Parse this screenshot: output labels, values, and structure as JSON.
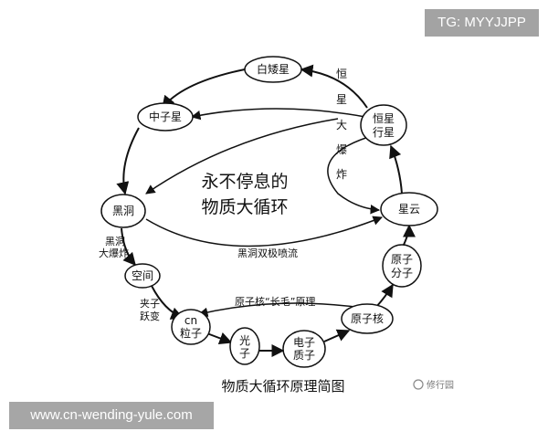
{
  "nodes": {
    "white_dwarf": "白矮星",
    "neutron_star": "中子星",
    "star_planet_line1": "恒星",
    "star_planet_line2": "行星",
    "black_hole": "黑洞",
    "nebula": "星云",
    "space": "空间",
    "cn_particle_line1": "cn",
    "cn_particle_line2": "粒子",
    "photon_line1": "光",
    "photon_line2": "子",
    "electron_proton_line1": "电子",
    "electron_proton_line2": "质子",
    "atomic_nucleus": "原子核",
    "atom_molecule_line1": "原子",
    "atom_molecule_line2": "分子"
  },
  "center_title_line1": "永不停息的",
  "center_title_line2": "物质大循环",
  "edge_labels": {
    "big_bang_chars": [
      "恒",
      "星",
      "大",
      "爆",
      "炸"
    ],
    "black_hole_jet": "黑洞双极喷流",
    "black_hole_bang_line1": "黑洞",
    "black_hole_bang_line2": "大爆炸",
    "quark_transition_line1": "夹子",
    "quark_transition_line2": "跃变",
    "nucleus_hair": "原子核“长毛”原理"
  },
  "caption": "物质大循环原理简图",
  "logo_text": "修行园",
  "watermark_top": "TG: MYYJJPP",
  "watermark_bottom": "www.cn-wending-yule.com"
}
